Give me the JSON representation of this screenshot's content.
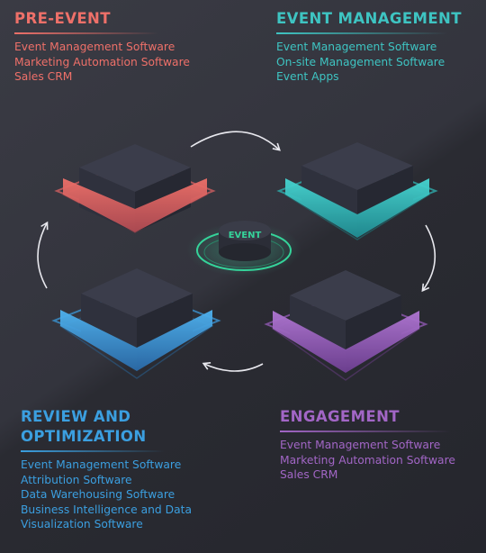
{
  "colors": {
    "pre_event": "#ee7069",
    "event_management": "#3ec4c2",
    "review": "#3b9fe0",
    "engagement": "#a266c6",
    "event_hub": "#35d39a"
  },
  "sections": {
    "pre_event": {
      "heading": "PRE-EVENT",
      "items": [
        "Event Management Software",
        "Marketing Automation Software",
        "Sales CRM"
      ]
    },
    "event_management": {
      "heading": "EVENT MANAGEMENT",
      "items": [
        "Event Management Software",
        "On-site Management Software",
        "Event Apps"
      ]
    },
    "review": {
      "heading_line1": "REVIEW AND",
      "heading_line2": "OPTIMIZATION",
      "items": [
        "Event Management Software",
        "Attribution Software",
        "Data Warehousing Software",
        "Business Intelligence and Data",
        "Visualization Software"
      ]
    },
    "engagement": {
      "heading": "ENGAGEMENT",
      "items": [
        "Event Management Software",
        "Marketing Automation Software",
        "Sales CRM"
      ]
    }
  },
  "hub": {
    "label": "EVENT"
  }
}
